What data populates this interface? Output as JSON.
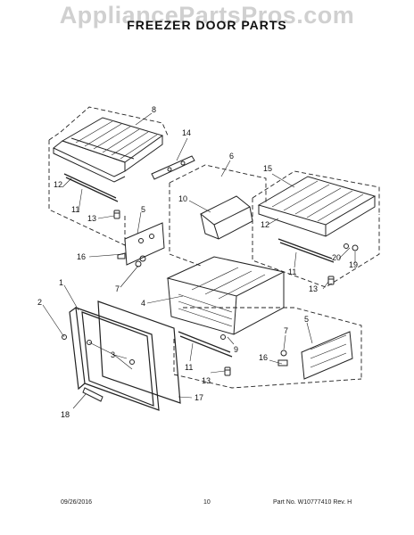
{
  "watermark": "AppliancePartsPros.com",
  "title": "FREEZER DOOR PARTS",
  "callouts": [
    "1",
    "2",
    "3",
    "4",
    "5",
    "5",
    "6",
    "7",
    "7",
    "8",
    "9",
    "10",
    "11",
    "11",
    "11",
    "12",
    "12",
    "13",
    "13",
    "13",
    "14",
    "15",
    "16",
    "16",
    "17",
    "18",
    "19",
    "20"
  ],
  "footer": {
    "date": "09/26/2016",
    "page": "10",
    "part_no": "Part No.  W10777410  Rev. H"
  }
}
